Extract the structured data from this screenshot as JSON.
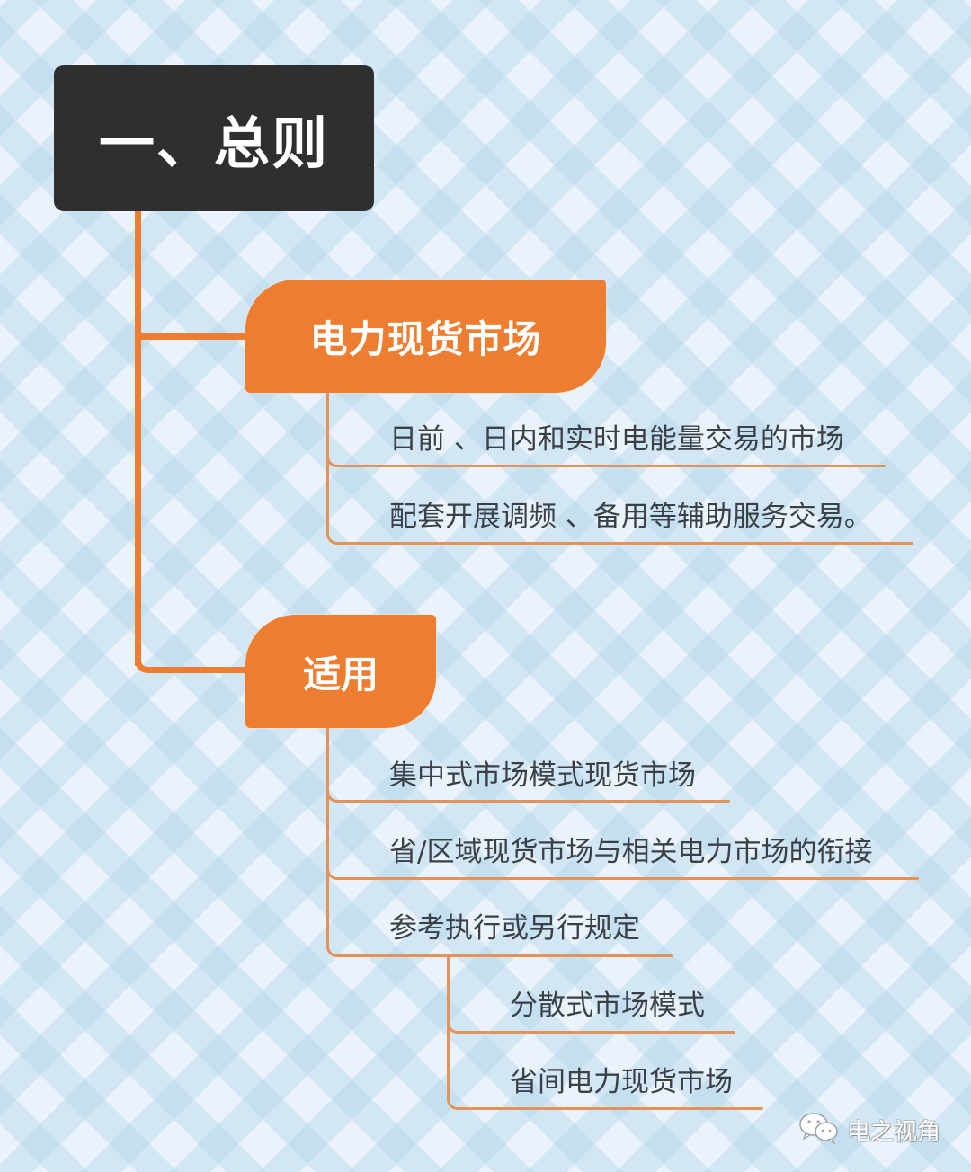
{
  "root": {
    "label": "一、总则"
  },
  "branches": [
    {
      "label": "电力现货市场",
      "children": [
        {
          "label": "日前 、日内和实时电能量交易的市场"
        },
        {
          "label": "配套开展调频 、备用等辅助服务交易。"
        }
      ]
    },
    {
      "label": "适用",
      "children": [
        {
          "label": "集中式市场模式现货市场"
        },
        {
          "label": "省/区域现货市场与相关电力市场的衔接"
        },
        {
          "label": "参考执行或另行规定",
          "children": [
            {
              "label": "分散式市场模式"
            },
            {
              "label": "省间电力现货市场"
            }
          ]
        }
      ]
    }
  ],
  "watermark": {
    "icon": "wechat-icon",
    "label": "电之视角"
  },
  "colors": {
    "root_bg": "#2f2f2f",
    "branch_bg": "#ed7d31",
    "connector": "#e4925a",
    "text": "#3b4047",
    "background": "#eaf3fb"
  }
}
